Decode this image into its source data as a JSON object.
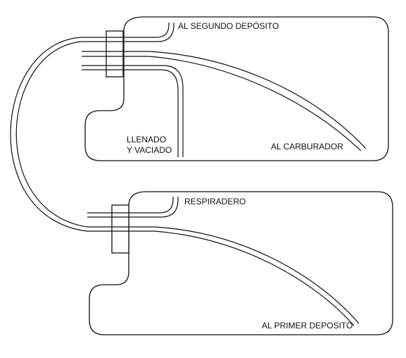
{
  "labels": {
    "segundo_deposito": "AL SEGUNDO DEPÓSITO",
    "carburador": "AL CARBURADOR",
    "llenado_line1": "LLENADO",
    "llenado_line2": "Y VACIADO",
    "respiradero": "RESPIRADERO",
    "primer_deposito": "AL PRIMER DEPOSITO"
  },
  "colors": {
    "line": "#111111",
    "background": "#ffffff"
  }
}
